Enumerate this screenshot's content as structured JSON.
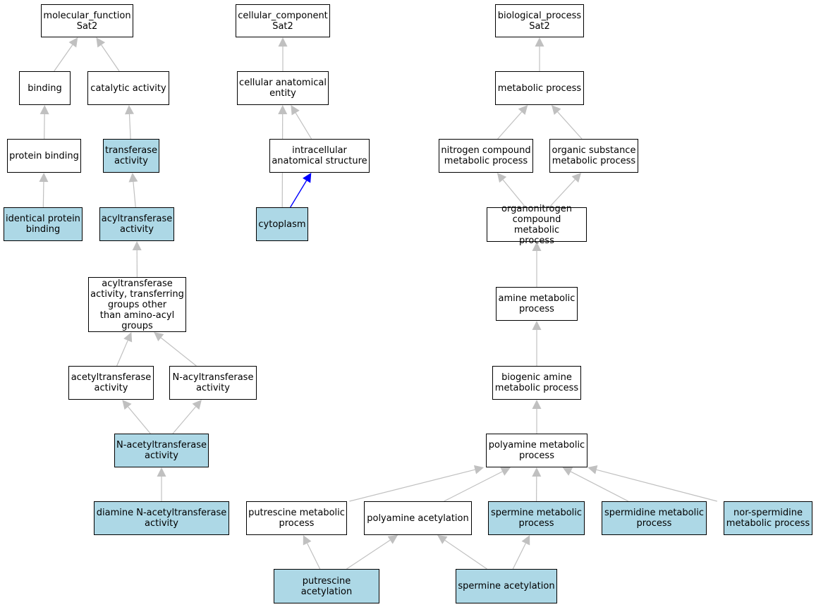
{
  "colors": {
    "highlight_fill": "#add8e6",
    "plain_fill": "#ffffff",
    "edge": "#c0c0c0",
    "edge_highlight": "#0000ff",
    "border": "#000000"
  },
  "nodes": {
    "mf_root": {
      "label": "molecular_function\nSat2",
      "highlighted": false
    },
    "binding": {
      "label": "binding",
      "highlighted": false
    },
    "catalytic": {
      "label": "catalytic activity",
      "highlighted": false
    },
    "protein_binding": {
      "label": "protein binding",
      "highlighted": false
    },
    "transferase": {
      "label": "transferase\nactivity",
      "highlighted": true
    },
    "identical_protein": {
      "label": "identical protein\nbinding",
      "highlighted": true
    },
    "acyltransferase": {
      "label": "acyltransferase\nactivity",
      "highlighted": true
    },
    "acyl_other": {
      "label": "acyltransferase\nactivity, transferring\ngroups other\nthan amino-acyl\ngroups",
      "highlighted": false
    },
    "acetyltransferase": {
      "label": "acetyltransferase\nactivity",
      "highlighted": false
    },
    "n_acyltransferase": {
      "label": "N-acyltransferase\nactivity",
      "highlighted": false
    },
    "n_acetyltransferase": {
      "label": "N-acetyltransferase\nactivity",
      "highlighted": true
    },
    "diamine": {
      "label": "diamine N-acetyltransferase\nactivity",
      "highlighted": true
    },
    "cc_root": {
      "label": "cellular_component\nSat2",
      "highlighted": false
    },
    "cell_anat": {
      "label": "cellular anatomical\nentity",
      "highlighted": false
    },
    "intracellular": {
      "label": "intracellular\nanatomical structure",
      "highlighted": false
    },
    "cytoplasm": {
      "label": "cytoplasm",
      "highlighted": true
    },
    "bp_root": {
      "label": "biological_process\nSat2",
      "highlighted": false
    },
    "metabolic": {
      "label": "metabolic process",
      "highlighted": false
    },
    "nitrogen": {
      "label": "nitrogen compound\nmetabolic process",
      "highlighted": false
    },
    "organic": {
      "label": "organic substance\nmetabolic process",
      "highlighted": false
    },
    "organonitrogen": {
      "label": "organonitrogen\ncompound metabolic\nprocess",
      "highlighted": false
    },
    "amine": {
      "label": "amine metabolic\nprocess",
      "highlighted": false
    },
    "biogenic": {
      "label": "biogenic amine\nmetabolic process",
      "highlighted": false
    },
    "polyamine": {
      "label": "polyamine metabolic\nprocess",
      "highlighted": false
    },
    "putrescine_met": {
      "label": "putrescine metabolic\nprocess",
      "highlighted": false
    },
    "polyamine_acet": {
      "label": "polyamine acetylation",
      "highlighted": false
    },
    "spermine_met": {
      "label": "spermine metabolic\nprocess",
      "highlighted": true
    },
    "spermidine_met": {
      "label": "spermidine metabolic\nprocess",
      "highlighted": true
    },
    "nor_spermidine": {
      "label": "nor-spermidine\nmetabolic process",
      "highlighted": true
    },
    "putrescine_acet": {
      "label": "putrescine acetylation",
      "highlighted": true
    },
    "spermine_acet": {
      "label": "spermine acetylation",
      "highlighted": true
    }
  },
  "edges": [
    {
      "from": "binding",
      "to": "mf_root",
      "highlighted": false
    },
    {
      "from": "catalytic",
      "to": "mf_root",
      "highlighted": false
    },
    {
      "from": "protein_binding",
      "to": "binding",
      "highlighted": false
    },
    {
      "from": "transferase",
      "to": "catalytic",
      "highlighted": false
    },
    {
      "from": "identical_protein",
      "to": "protein_binding",
      "highlighted": false
    },
    {
      "from": "acyltransferase",
      "to": "transferase",
      "highlighted": false
    },
    {
      "from": "acyl_other",
      "to": "acyltransferase",
      "highlighted": false
    },
    {
      "from": "acetyltransferase",
      "to": "acyl_other",
      "highlighted": false
    },
    {
      "from": "n_acyltransferase",
      "to": "acyl_other",
      "highlighted": false
    },
    {
      "from": "n_acetyltransferase",
      "to": "acetyltransferase",
      "highlighted": false
    },
    {
      "from": "n_acetyltransferase",
      "to": "n_acyltransferase",
      "highlighted": false
    },
    {
      "from": "diamine",
      "to": "n_acetyltransferase",
      "highlighted": false
    },
    {
      "from": "cell_anat",
      "to": "cc_root",
      "highlighted": false
    },
    {
      "from": "intracellular",
      "to": "cell_anat",
      "highlighted": false
    },
    {
      "from": "cytoplasm",
      "to": "cell_anat",
      "highlighted": false
    },
    {
      "from": "cytoplasm",
      "to": "intracellular",
      "highlighted": true
    },
    {
      "from": "metabolic",
      "to": "bp_root",
      "highlighted": false
    },
    {
      "from": "nitrogen",
      "to": "metabolic",
      "highlighted": false
    },
    {
      "from": "organic",
      "to": "metabolic",
      "highlighted": false
    },
    {
      "from": "organonitrogen",
      "to": "nitrogen",
      "highlighted": false
    },
    {
      "from": "organonitrogen",
      "to": "organic",
      "highlighted": false
    },
    {
      "from": "amine",
      "to": "organonitrogen",
      "highlighted": false
    },
    {
      "from": "biogenic",
      "to": "amine",
      "highlighted": false
    },
    {
      "from": "polyamine",
      "to": "biogenic",
      "highlighted": false
    },
    {
      "from": "putrescine_met",
      "to": "polyamine",
      "highlighted": false
    },
    {
      "from": "polyamine_acet",
      "to": "polyamine",
      "highlighted": false
    },
    {
      "from": "spermine_met",
      "to": "polyamine",
      "highlighted": false
    },
    {
      "from": "spermidine_met",
      "to": "polyamine",
      "highlighted": false
    },
    {
      "from": "nor_spermidine",
      "to": "polyamine",
      "highlighted": false
    },
    {
      "from": "putrescine_acet",
      "to": "putrescine_met",
      "highlighted": false
    },
    {
      "from": "putrescine_acet",
      "to": "polyamine_acet",
      "highlighted": false
    },
    {
      "from": "spermine_acet",
      "to": "polyamine_acet",
      "highlighted": false
    },
    {
      "from": "spermine_acet",
      "to": "spermine_met",
      "highlighted": false
    }
  ]
}
